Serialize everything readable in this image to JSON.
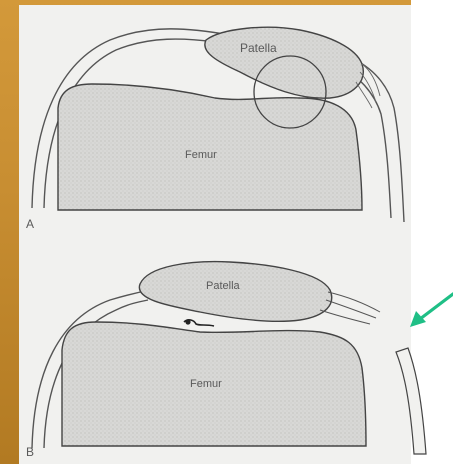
{
  "figure": {
    "panel_a": {
      "letter": "A",
      "patella_label": "Patella",
      "femur_label": "Femur"
    },
    "panel_b": {
      "letter": "B",
      "patella_label": "Patella",
      "femur_label": "Femur"
    },
    "arrow_color": "#1fbf86"
  }
}
